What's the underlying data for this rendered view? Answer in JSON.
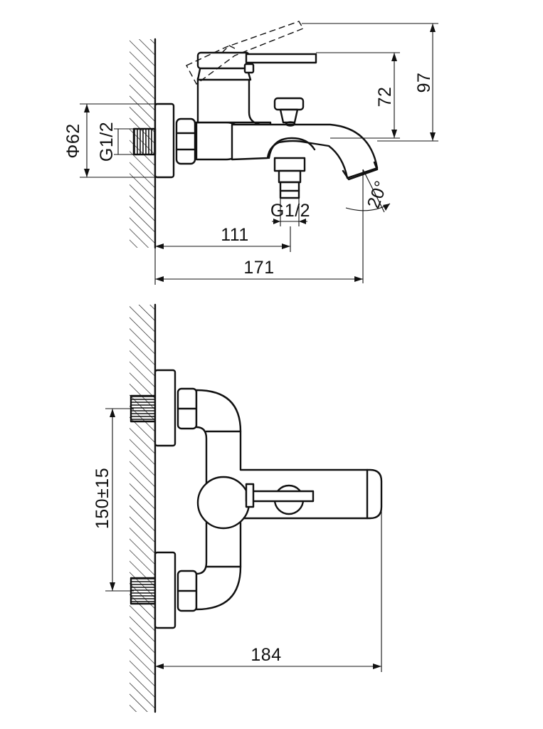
{
  "top_view": {
    "dim_diameter": "Φ62",
    "dim_inlet_thread": "G1/2",
    "dim_outlet_thread": "G1/2",
    "dim_height_72": "72",
    "dim_height_97": "97",
    "dim_angle": "20°",
    "dim_depth_111": "111",
    "dim_depth_171": "171"
  },
  "front_view": {
    "dim_spacing": "150±15",
    "dim_length_184": "184"
  }
}
